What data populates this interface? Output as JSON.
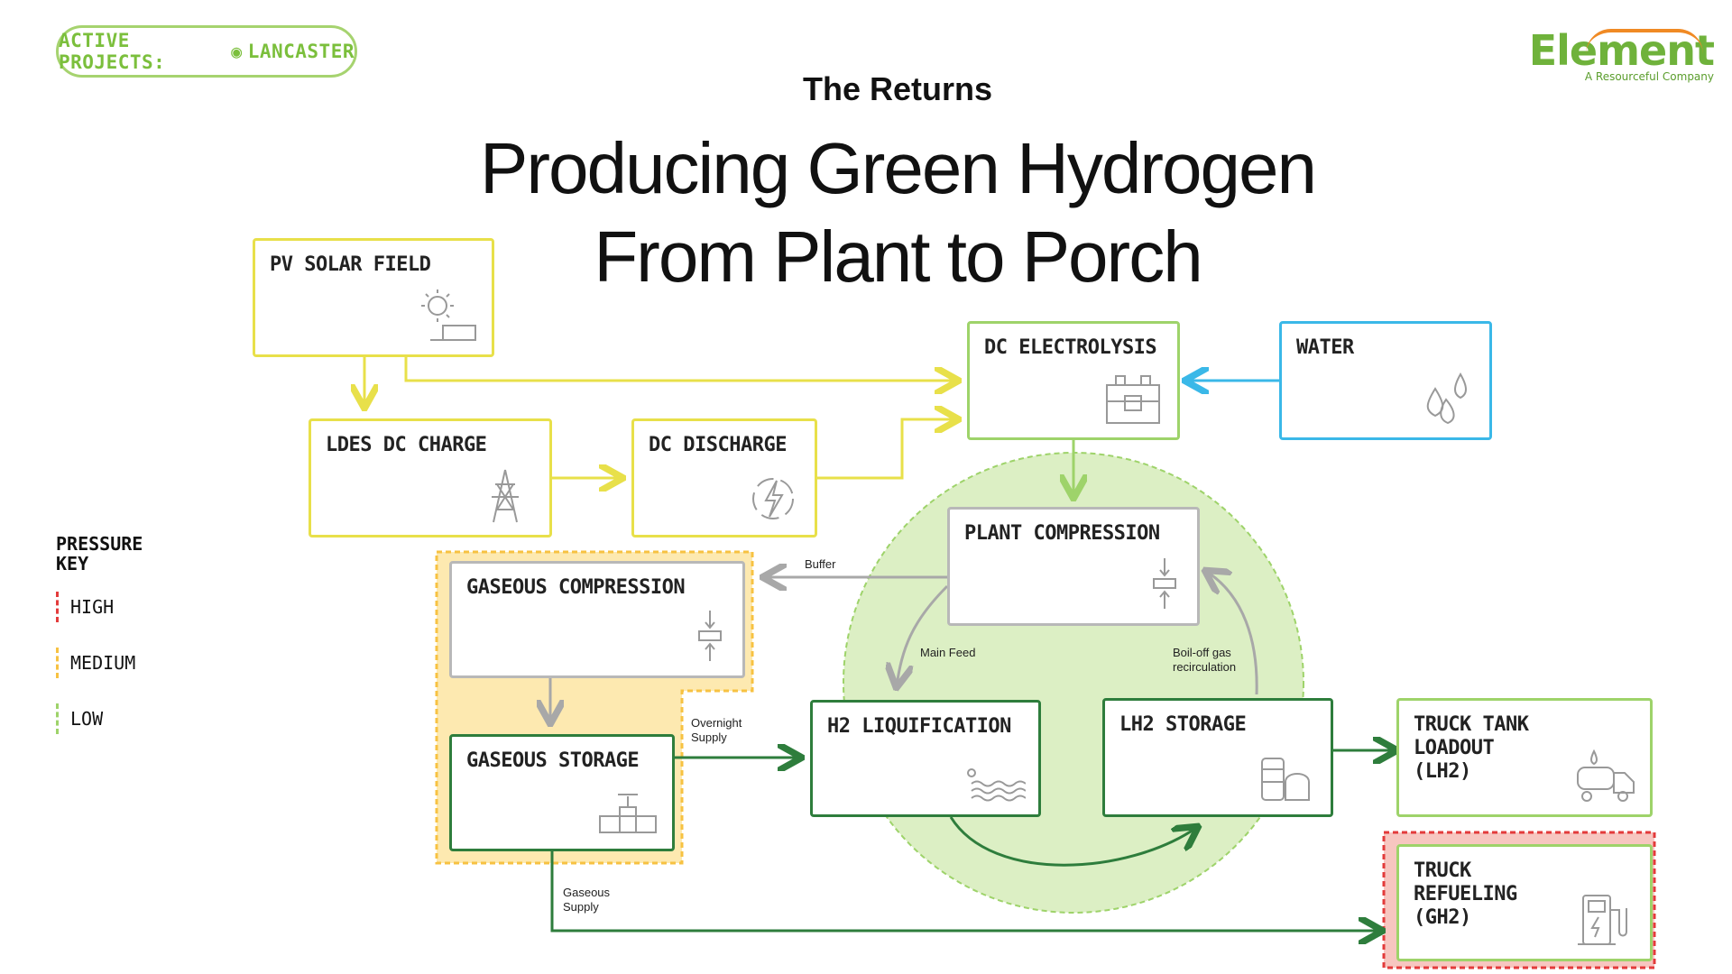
{
  "badge": {
    "label": "ACTIVE PROJECTS:",
    "location": "LANCASTER",
    "pin_icon": "map-pin-icon"
  },
  "logo": {
    "brand": "Element",
    "tagline": "A Resourceful Company"
  },
  "header": {
    "eyebrow": "The Returns",
    "title_line1": "Producing Green Hydrogen",
    "title_line2": "From Plant to Porch"
  },
  "colors": {
    "solar_yellow": "#e8e04a",
    "electro_green": "#9ed36a",
    "water_blue": "#3ab8e8",
    "dark_green": "#2e7d3c",
    "grey": "#b8b8b8",
    "medium_zone": "#fde9b0",
    "low_zone": "#dcefc4",
    "high_red": "#e33b3b",
    "medium_orange": "#f7c242"
  },
  "nodes": {
    "pv_solar": {
      "label": "PV SOLAR FIELD",
      "icon": "solar-panel-icon"
    },
    "ldes": {
      "label": "LDES DC CHARGE",
      "icon": "power-tower-icon"
    },
    "dc_discharge": {
      "label": "DC DISCHARGE",
      "icon": "lightning-bolt-icon"
    },
    "dc_electrolysis": {
      "label": "DC ELECTROLYSIS",
      "icon": "electrolyzer-icon"
    },
    "water": {
      "label": "WATER",
      "icon": "water-drops-icon"
    },
    "plant_compression": {
      "label": "PLANT COMPRESSION",
      "icon": "compression-icon"
    },
    "gaseous_compression": {
      "label": "GASEOUS COMPRESSION",
      "icon": "compression-icon"
    },
    "gaseous_storage": {
      "label": "GASEOUS STORAGE",
      "icon": "valve-pipe-icon"
    },
    "h2_liquification": {
      "label": "H2 LIQUIFICATION",
      "icon": "liquid-waves-icon"
    },
    "lh2_storage": {
      "label": "LH2 STORAGE",
      "icon": "storage-tanks-icon"
    },
    "truck_tank": {
      "label": "TRUCK TANK\nLOADOUT\n(LH2)",
      "icon": "tanker-truck-icon"
    },
    "truck_refuel": {
      "label": "TRUCK\nREFUELING\n(GH2)",
      "icon": "fuel-pump-icon"
    }
  },
  "flow_labels": {
    "buffer": "Buffer",
    "main_feed": "Main Feed",
    "boiloff": "Boil-off gas\nrecirculation",
    "overnight": "Overnight\nSupply",
    "gaseous_supply": "Gaseous\nSupply"
  },
  "pressure_key": {
    "title": "PRESSURE\nKEY",
    "levels": [
      {
        "label": "HIGH",
        "color": "#e33b3b"
      },
      {
        "label": "MEDIUM",
        "color": "#f7c242"
      },
      {
        "label": "LOW",
        "color": "#9ed36a"
      }
    ]
  }
}
